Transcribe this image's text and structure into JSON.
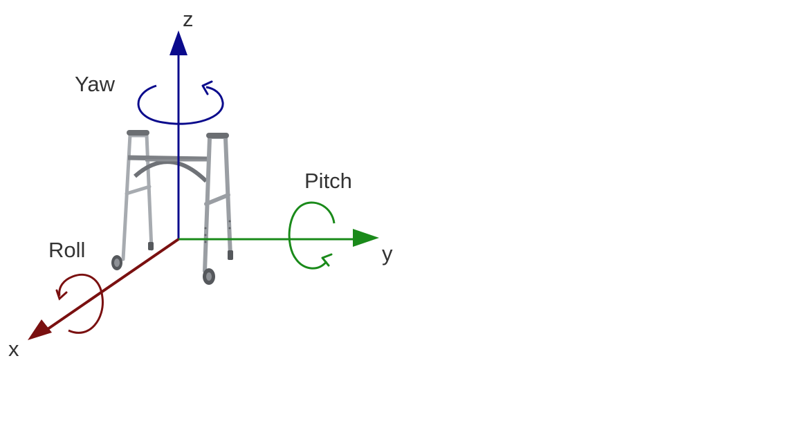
{
  "axes": {
    "z": {
      "label": "z",
      "color": "#0a0a8c"
    },
    "y": {
      "label": "y",
      "color": "#1a8a1a"
    },
    "x": {
      "label": "x",
      "color": "#7a1010"
    }
  },
  "rotations": {
    "yaw": {
      "label": "Yaw",
      "color": "#0a0a8c"
    },
    "pitch": {
      "label": "Pitch",
      "color": "#1a8a1a"
    },
    "roll": {
      "label": "Roll",
      "color": "#7a1010"
    }
  },
  "object": {
    "icon": "walker-icon",
    "frame_color": "#9a9ea3",
    "grip_color": "#6b6e72"
  }
}
